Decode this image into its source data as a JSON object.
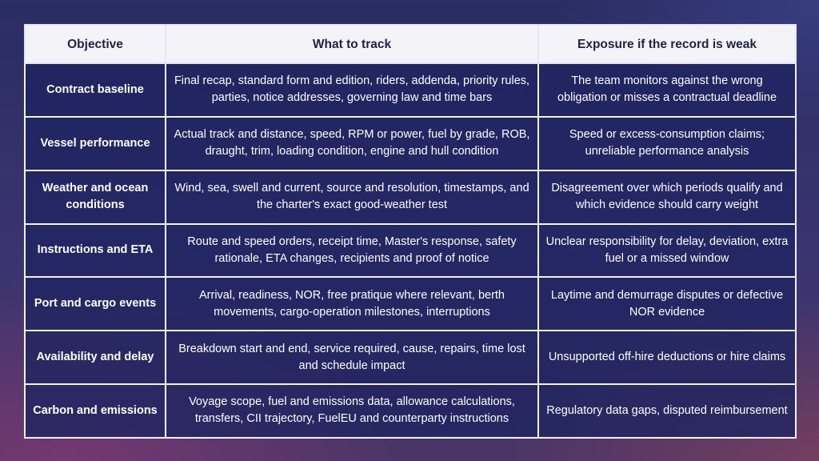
{
  "table": {
    "headers": [
      "Objective",
      "What to track",
      "Exposure if the record is weak"
    ],
    "rows": [
      {
        "objective": "Contract baseline",
        "track": "Final recap, standard form and edition, riders, addenda, priority rules, parties, notice addresses, governing law and time bars",
        "exposure": "The team monitors against the wrong obligation or misses a contractual deadline"
      },
      {
        "objective": "Vessel performance",
        "track": "Actual track and distance, speed, RPM or power, fuel by grade, ROB, draught, trim, loading condition, engine and hull condition",
        "exposure": "Speed or excess-consumption claims; unreliable performance analysis"
      },
      {
        "objective": "Weather and ocean conditions",
        "track": "Wind, sea, swell and current, source and resolution, timestamps, and the charter's exact good-weather test",
        "exposure": "Disagreement over which periods qualify and which evidence should carry weight"
      },
      {
        "objective": "Instructions and ETA",
        "track": "Route and speed orders, receipt time, Master's response, safety rationale, ETA changes, recipients and proof of notice",
        "exposure": "Unclear responsibility for delay, deviation, extra fuel or a missed window"
      },
      {
        "objective": "Port and cargo events",
        "track": "Arrival, readiness, NOR, free pratique where relevant, berth movements, cargo-operation milestones, interruptions",
        "exposure": "Laytime and demurrage disputes or defective NOR evidence"
      },
      {
        "objective": "Availability and delay",
        "track": "Breakdown start and end, service required, cause, repairs, time lost and schedule impact",
        "exposure": "Unsupported off-hire deductions or hire claims"
      },
      {
        "objective": "Carbon and emissions",
        "track": "Voyage scope, fuel and emissions data, allowance calculations, transfers, CII trajectory, FuelEU and counterparty instructions",
        "exposure": "Regulatory data gaps, disputed reimbursement"
      }
    ]
  }
}
